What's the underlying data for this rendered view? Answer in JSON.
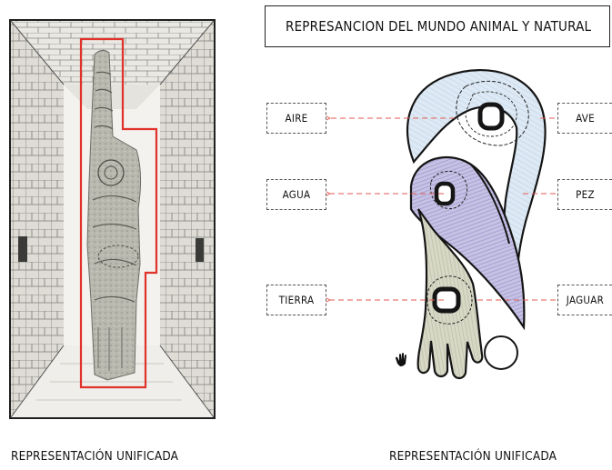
{
  "header": {
    "title": "REPRESANCION DEL MUNDO ANIMAL Y NATURAL"
  },
  "left_panel": {
    "caption": "REPRESENTACIÓN UNIFICADA"
  },
  "right_panel": {
    "caption": "REPRESENTACIÓN UNIFICADA"
  },
  "elements": [
    {
      "label": "AIRE"
    },
    {
      "label": "AGUA"
    },
    {
      "label": "TIERRA"
    }
  ],
  "animals": [
    {
      "label": "AVE"
    },
    {
      "label": "PEZ"
    },
    {
      "label": "JAGUAR"
    }
  ],
  "colors": {
    "red_outline": "#e0322a",
    "arrow": "#e05a52",
    "bird_fill": "#dce9f4",
    "fish_fill": "#c9c4e6",
    "jaguar_fill": "#d6d7c4",
    "stone": "#b8b7ad"
  }
}
